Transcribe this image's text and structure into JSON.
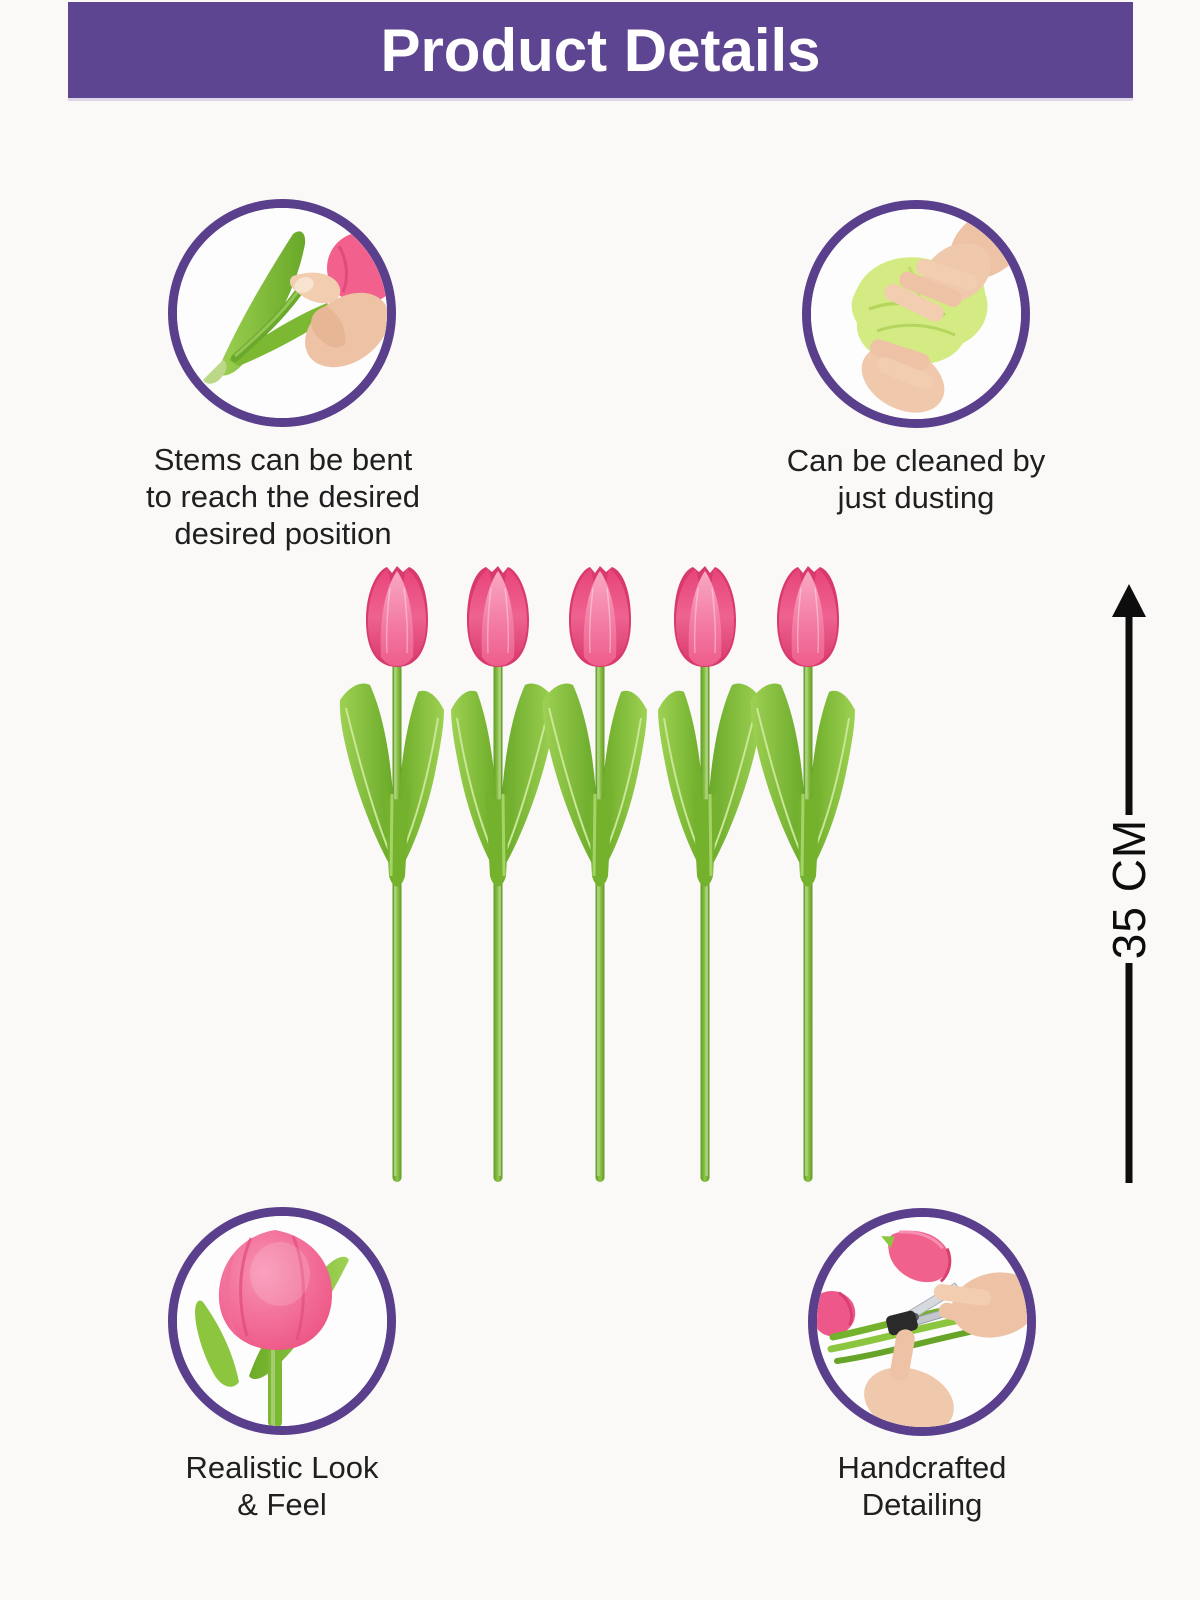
{
  "header": {
    "title": "Product Details"
  },
  "features": [
    {
      "icon": "stem-bend-photo",
      "caption_lines": [
        "Stems can be bent",
        "to reach the desired",
        "desired position"
      ]
    },
    {
      "icon": "dusting-cloth-photo",
      "caption_lines": [
        "Can be cleaned by",
        "just dusting"
      ]
    },
    {
      "icon": "tulip-closeup-photo",
      "caption_lines": [
        "Realistic Look",
        "& Feel"
      ]
    },
    {
      "icon": "handcrafting-photo",
      "caption_lines": [
        "Handcrafted",
        "Detailing"
      ]
    }
  ],
  "product": {
    "tulip_count": 5
  },
  "measurement": {
    "label": "35 CM"
  },
  "colors": {
    "banner-purple": "#5e4591",
    "ring-purple": "#5a3f8c",
    "petal-pink": "#ee5586",
    "leaf-green": "#7cb832",
    "text-dark": "#1f1f1f",
    "arrow-black": "#0d0d0d",
    "page-bg": "#faf9f7"
  }
}
